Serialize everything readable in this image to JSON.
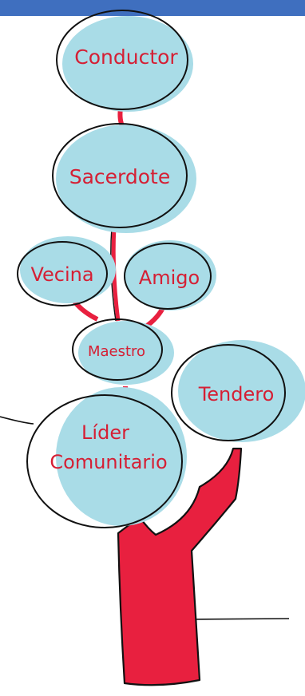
{
  "colors": {
    "header": "#3f6fbf",
    "bubble": "#a9dce7",
    "stem": "#e8203f",
    "outline": "#111111",
    "text": "#d51f34"
  },
  "nodes": {
    "conductor": "Conductor",
    "sacerdote": "Sacerdote",
    "vecina": "Vecina",
    "amigo": "Amigo",
    "maestro": "Maestro",
    "lider_line1": "Líder",
    "lider_line2": "Comunitario",
    "tendero": "Tendero"
  }
}
